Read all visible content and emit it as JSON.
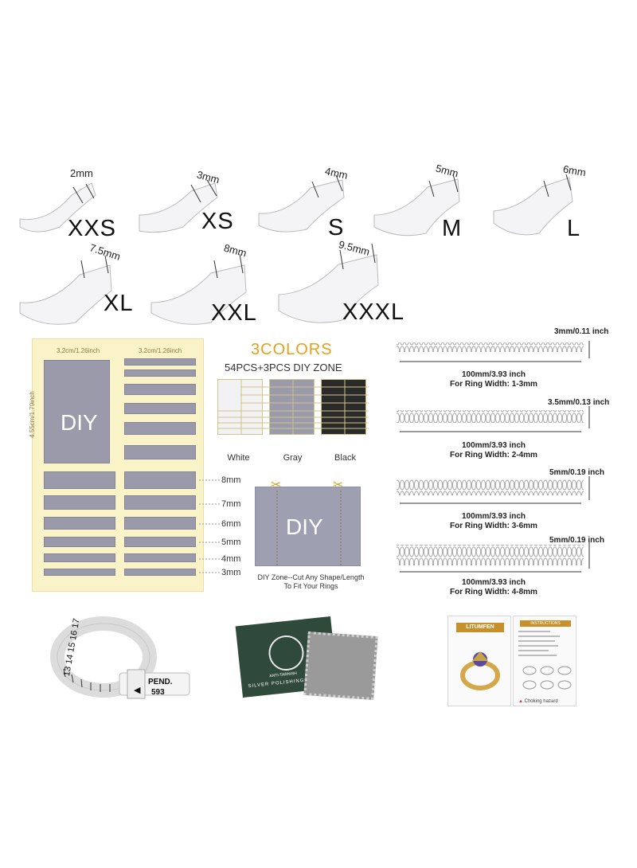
{
  "sizers": [
    {
      "mm": "2mm",
      "label": "XXS"
    },
    {
      "mm": "3mm",
      "label": "XS"
    },
    {
      "mm": "4mm",
      "label": "S"
    },
    {
      "mm": "5mm",
      "label": "M"
    },
    {
      "mm": "6mm",
      "label": "L"
    },
    {
      "mm": "7.5mm",
      "label": "XL"
    },
    {
      "mm": "8mm",
      "label": "XXL"
    },
    {
      "mm": "9.5mm",
      "label": "XXXL"
    }
  ],
  "sheet": {
    "width_label_1": "3.2cm/1.26inch",
    "width_label_2": "3.2cm/1.26inch",
    "height_label": "4.55cm/1.79inch",
    "diy_label": "DIY",
    "mm_marks": [
      "8mm",
      "7mm",
      "6mm",
      "5mm",
      "4mm",
      "3mm"
    ]
  },
  "colors": {
    "title": "3COLORS",
    "subtitle": "54PCS+3PCS DIY ZONE",
    "swatches": [
      {
        "name": "White",
        "color": "#f2f2f4"
      },
      {
        "name": "Gray",
        "color": "#9a9aab"
      },
      {
        "name": "Black",
        "color": "#2a2a2a"
      }
    ]
  },
  "diy_zone": {
    "label": "DIY",
    "caption_1": "DIY Zone--Cut Any Shape/Length",
    "caption_2": "To Fit Your Rings"
  },
  "spirals": [
    {
      "dim": "3mm/0.11 inch",
      "length": "100mm/3.93 inch",
      "width": "For Ring Width: 1-3mm"
    },
    {
      "dim": "3.5mm/0.13 inch",
      "length": "100mm/3.93 inch",
      "width": "For Ring Width: 2-4mm"
    },
    {
      "dim": "5mm/0.19 inch",
      "length": "100mm/3.93 inch",
      "width": "For Ring Width: 3-6mm"
    },
    {
      "dim": "5mm/0.19 inch",
      "length": "100mm/3.93 inch",
      "width": "For Ring Width: 4-8mm"
    }
  ],
  "ring_sizer": {
    "numbers": "13 14 15 16 17",
    "pend": "PEND.",
    "code": "593"
  },
  "cloth": {
    "card_text": "SILVER POLISHING CLOTH",
    "anti": "ANTI-TARNISH"
  },
  "leaflet": {
    "brand": "LITUMFEN",
    "instructions": "INSTRUCTIONS",
    "hazard": "Choking hazard"
  }
}
